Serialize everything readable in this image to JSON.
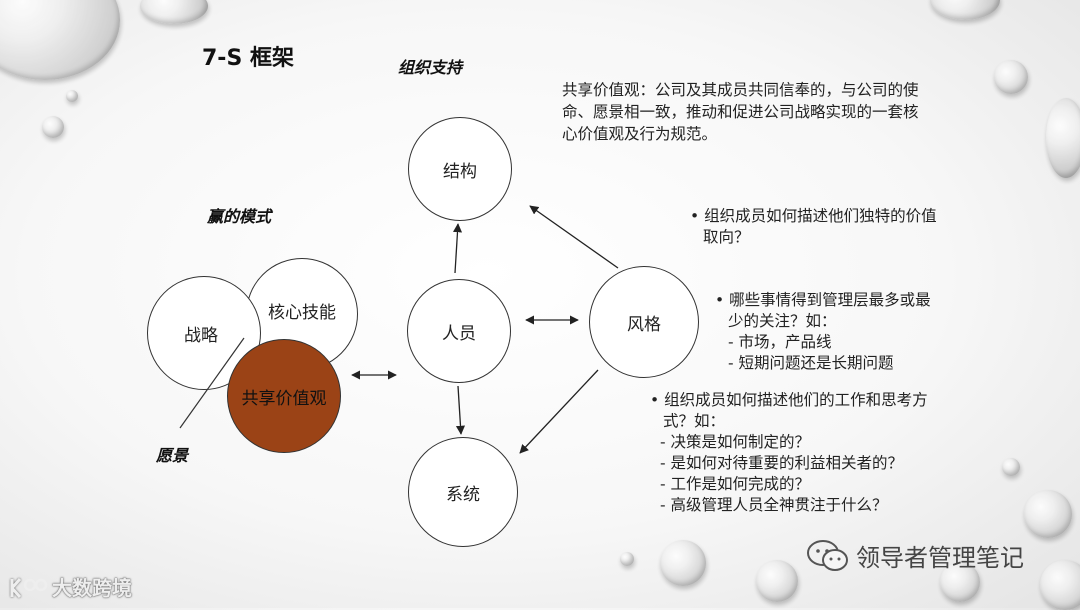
{
  "title": "7-S 框架",
  "labels": {
    "org_support": "组织支持",
    "winning_model": "赢的模式",
    "vision": "愿景"
  },
  "circles": {
    "structure": "结构",
    "people": "人员",
    "systems": "系统",
    "style": "风格",
    "strategy": "战略",
    "core_skills": "核心技能",
    "shared_values": "共享价值观"
  },
  "shared_values_desc": {
    "line1": "共享价值观：公司及其成员共同信奉的，与公司的使",
    "line2": "命、愿景相一致，推动和促进公司战略实现的一套核",
    "line3": "心价值观及行为规范。"
  },
  "bullets": [
    {
      "lines": [
        "组织成员如何描述他们独特的价值",
        "取向？"
      ],
      "subs": []
    },
    {
      "lines": [
        "哪些事情得到管理层最多或最",
        "少的关注？如："
      ],
      "subs": [
        "- 市场，产品线",
        "- 短期问题还是长期问题"
      ]
    },
    {
      "lines": [
        "组织成员如何描述他们的工作和思考方",
        "式？如："
      ],
      "subs": [
        "- 决策是如何制定的？",
        "- 是如何对待重要的利益相关者的？",
        "- 工作是如何完成的？",
        "- 高级管理人员全神贯注于什么？"
      ]
    }
  ],
  "footer": {
    "wechat_account": "领导者管理笔记",
    "brand": "大数跨境"
  },
  "colors": {
    "shared_values_fill": "#9b4316"
  }
}
